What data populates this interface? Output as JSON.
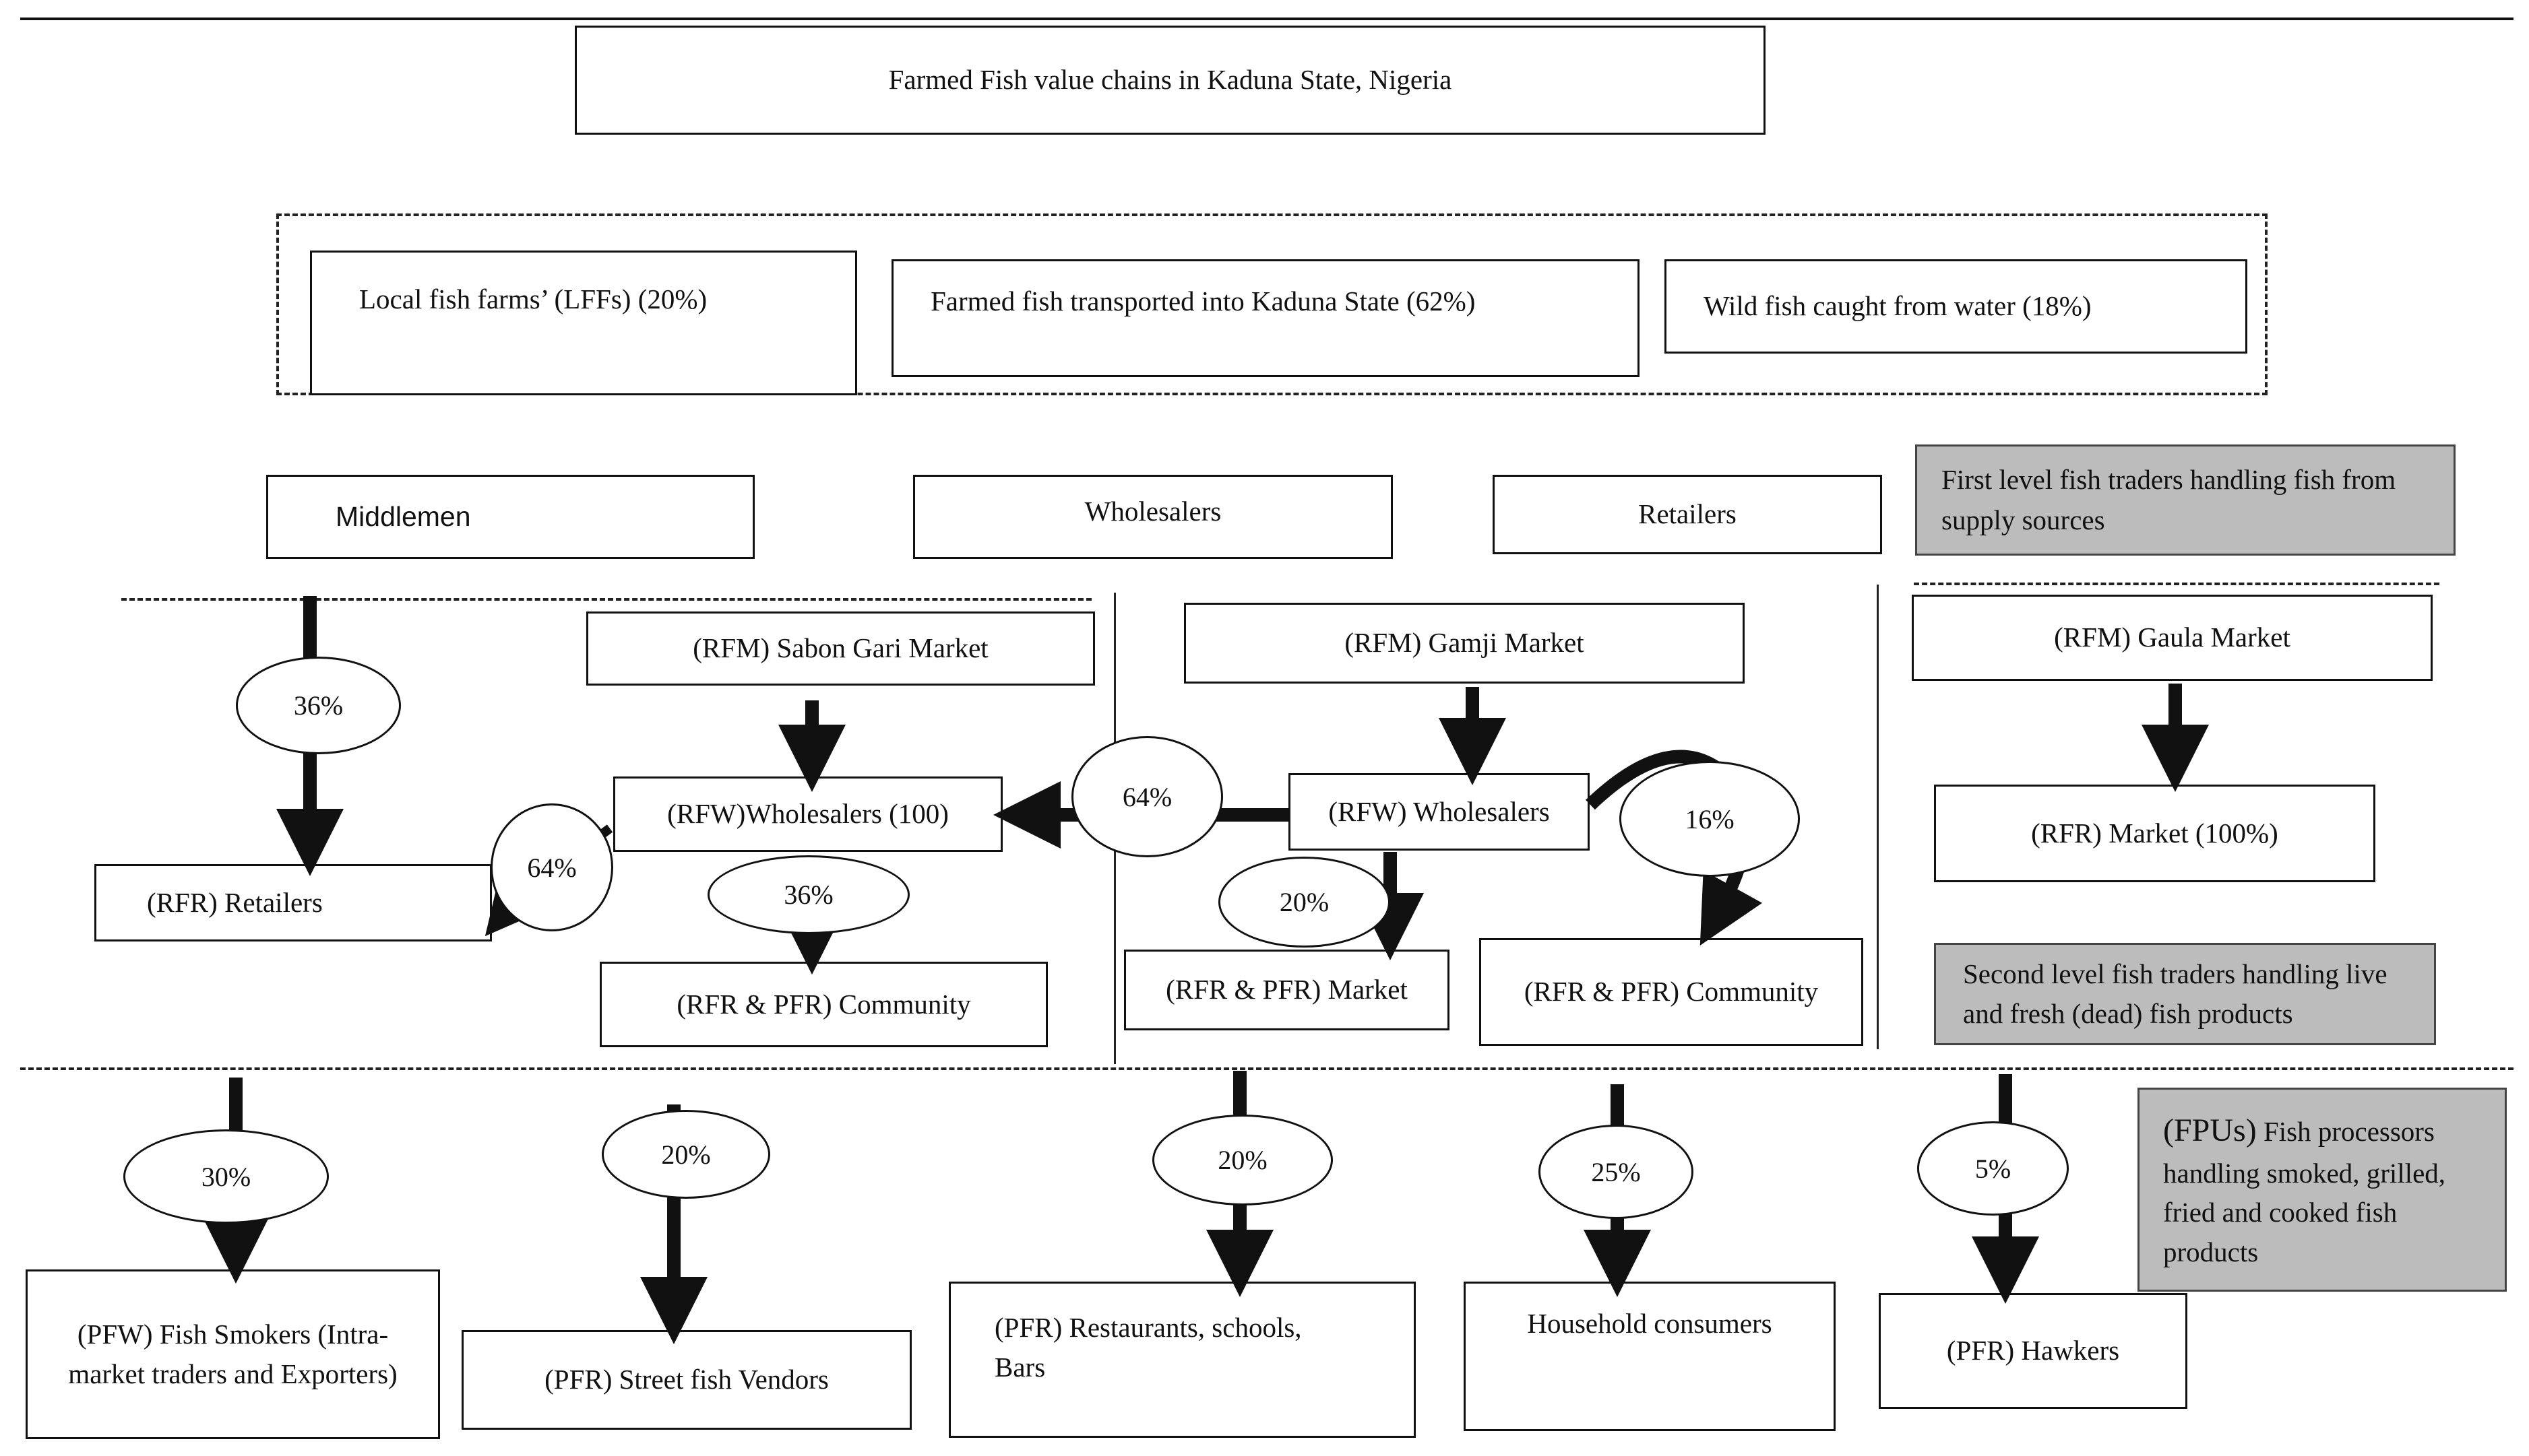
{
  "title": "Farmed Fish value chains in Kaduna State, Nigeria",
  "sources": [
    "Local fish farms’ (LFFs) (20%)",
    "Farmed fish transported into Kaduna State (62%)",
    "Wild fish caught from water (18%)"
  ],
  "first_level": {
    "middlemen": "Middlemen",
    "wholesalers": "Wholesalers",
    "retailers": "Retailers",
    "legend": "First level fish traders handling fish from supply sources"
  },
  "markets": {
    "sabon_gari": "(RFM) Sabon Gari Market",
    "sabon_gari_wholesalers": "(RFW)Wholesalers (100)",
    "sabon_gari_community": "(RFR & PFR) Community",
    "retailers": "(RFR) Retailers",
    "gamji": "(RFM) Gamji Market",
    "gamji_wholesalers": "(RFW) Wholesalers",
    "gamji_market": "(RFR & PFR) Market",
    "gamji_community": "(RFR & PFR) Community",
    "gaula": "(RFM) Gaula Market",
    "gaula_market": "(RFR) Market (100%)",
    "legend": "Second level fish traders handling live and fresh (dead) fish products"
  },
  "percentages": {
    "middlemen_to_retailers": "36%",
    "sabon_to_retailers": "64%",
    "sabon_to_community": "36%",
    "gamji_to_sabon": "64%",
    "gamji_to_market": "20%",
    "gamji_to_community": "16%"
  },
  "processors": {
    "smokers": {
      "pct": "30%",
      "label": "(PFW) Fish Smokers (Intra-market traders and Exporters)"
    },
    "street": {
      "pct": "20%",
      "label": "(PFR) Street fish Vendors"
    },
    "restaurants": {
      "pct": "20%",
      "label": "(PFR) Restaurants, schools, Bars"
    },
    "household": {
      "pct": "25%",
      "label": "Household consumers"
    },
    "hawkers": {
      "pct": "5%",
      "label": "(PFR) Hawkers"
    },
    "legend_abbr": "(FPUs)",
    "legend_text": " Fish processors handling smoked, grilled, fried and cooked fish products"
  }
}
